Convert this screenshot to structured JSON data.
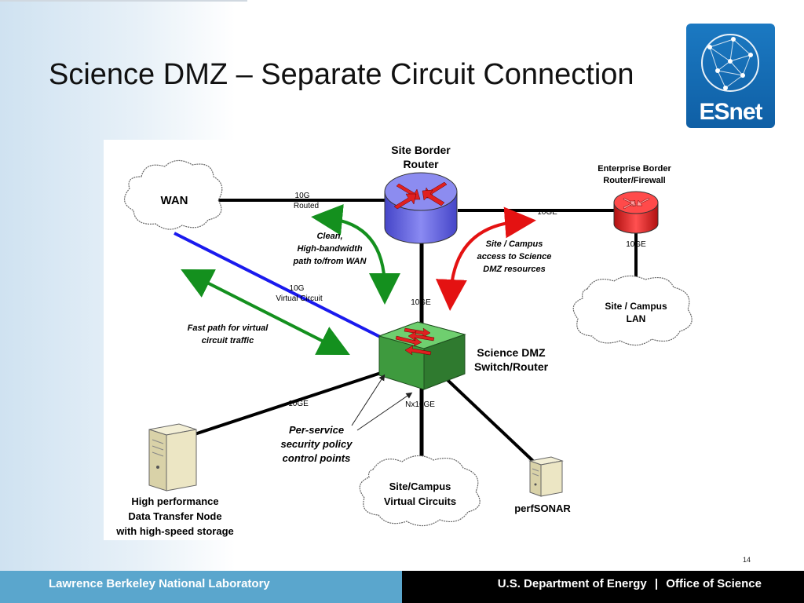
{
  "slide": {
    "title": "Science DMZ – Separate Circuit Connection",
    "page_number": "14"
  },
  "logo": {
    "text": "ESnet"
  },
  "footer": {
    "left": "Lawrence Berkeley National Laboratory",
    "right_1": "U.S. Department of Energy",
    "separator": "|",
    "right_2": "Office of Science"
  },
  "diagram": {
    "wan": "WAN",
    "site_border_router": [
      "Site Border",
      "Router"
    ],
    "enterprise_border": [
      "Enterprise Border",
      "Router/Firewall"
    ],
    "link_wan_border": [
      "10G",
      "Routed"
    ],
    "link_border_enterprise": "10GE",
    "link_enterprise_lan": "10GE",
    "link_border_dmz": "10GE",
    "clean_path": [
      "Clean,",
      "High-bandwidth",
      "path to/from WAN"
    ],
    "site_campus_access": [
      "Site / Campus",
      "access to Science",
      "DMZ resources"
    ],
    "site_campus_lan": [
      "Site / Campus",
      "LAN"
    ],
    "virtual_circuit_link": [
      "10G",
      "Virtual Circuit"
    ],
    "fast_path": [
      "Fast path for virtual",
      "circuit traffic"
    ],
    "science_dmz": [
      "Science DMZ",
      "Switch/Router"
    ],
    "link_dtn": "10GE",
    "link_nx": "Nx10GE",
    "policy_points": [
      "Per-service",
      "security policy",
      "control points"
    ],
    "site_campus_vc": [
      "Site/Campus",
      "Virtual Circuits"
    ],
    "dtn": [
      "High performance",
      "Data Transfer Node",
      "with high-speed storage"
    ],
    "perfsonar": "perfSONAR"
  },
  "colors": {
    "footer_left": "#5aa6cd",
    "footer_right": "#000000",
    "logo_bg": "#1b79c2",
    "router_blue": "#6f6fe6",
    "router_red": "#e02424",
    "switch_green": "#3e9a3e",
    "arrow_green": "#14901e",
    "arrow_red": "#e41212",
    "vc_line": "#1a1aee"
  }
}
